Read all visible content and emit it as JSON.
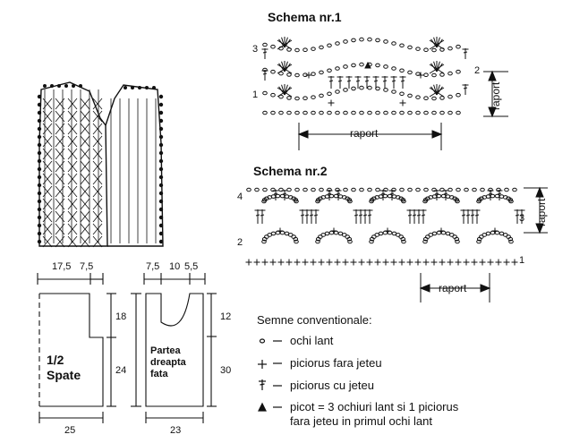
{
  "schema1": {
    "title": "Schema nr.1",
    "row_numbers": [
      "3",
      "1",
      "2"
    ],
    "raport_h": "raport",
    "raport_v": "raport"
  },
  "schema2": {
    "title": "Schema nr.2",
    "row_numbers": [
      "4",
      "2",
      "3",
      "1"
    ],
    "raport_h": "raport",
    "raport_v": "raport"
  },
  "back_piece": {
    "label_line1": "1/2",
    "label_line2": "Spate",
    "top_dims": [
      "17,5",
      "7,5"
    ],
    "right_dims": [
      "18",
      "24"
    ],
    "bottom_dim": "25"
  },
  "front_piece": {
    "label_line1": "Partea",
    "label_line2": "dreapta",
    "label_line3": "fata",
    "top_dims": [
      "7,5",
      "10",
      "5,5"
    ],
    "right_dims": [
      "12",
      "30"
    ],
    "bottom_dim": "23"
  },
  "legend": {
    "title": "Semne conventionale:",
    "items": [
      {
        "symbol": "chain-stitch-icon",
        "text": "ochi lant"
      },
      {
        "symbol": "single-crochet-icon",
        "text": "piciorus fara jeteu"
      },
      {
        "symbol": "double-crochet-icon",
        "text": "piciorus cu jeteu"
      },
      {
        "symbol": "picot-icon",
        "text": "picot = 3 ochiuri lant si 1 piciorus",
        "text2": "fara jeteu in primul ochi lant"
      }
    ]
  }
}
